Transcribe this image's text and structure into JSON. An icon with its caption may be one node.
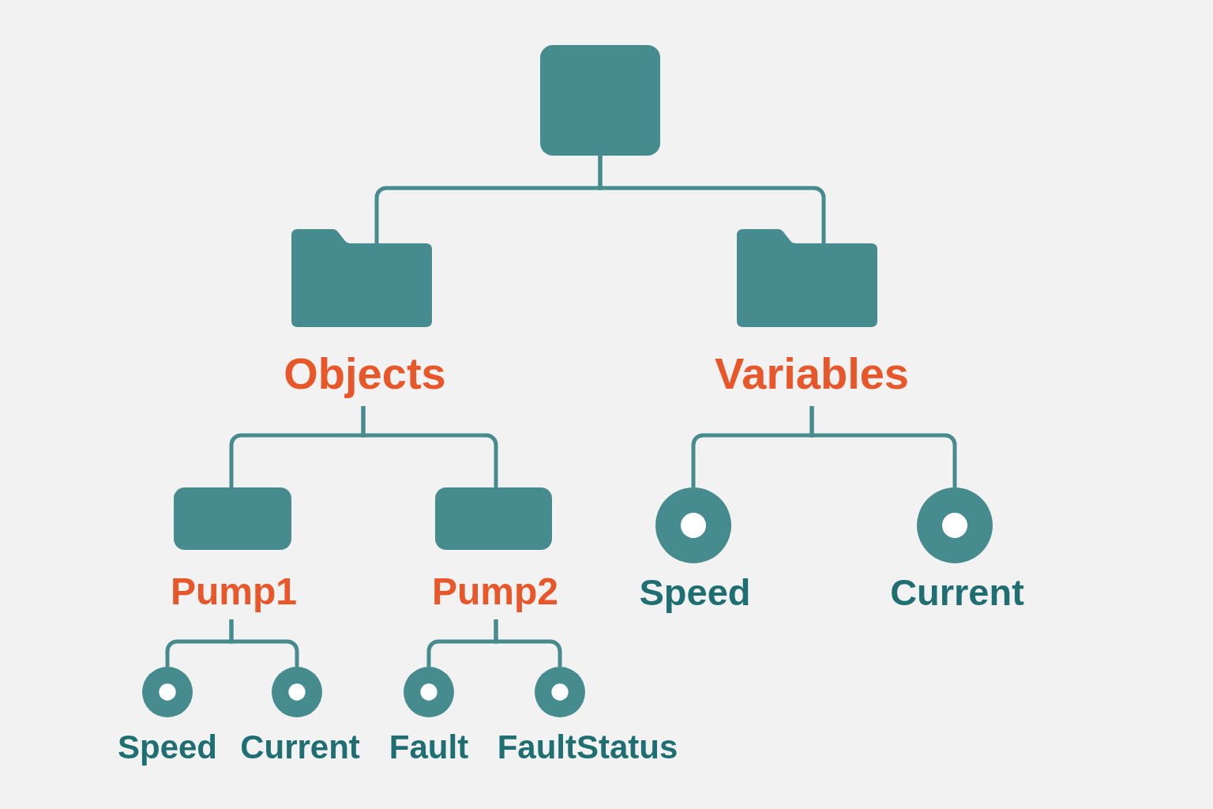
{
  "diagram": {
    "nodes": [
      {
        "text": [],
        "shape": "box"
      },
      {
        "text": [
          "Objects"
        ]
      },
      {
        "text": [
          "Variables"
        ]
      },
      {
        "text": [
          "Pump1"
        ]
      },
      {
        "text": [
          "Pump2"
        ]
      },
      {
        "text": [
          "Speed"
        ]
      },
      {
        "text": [
          "Current"
        ]
      },
      {
        "text": [
          "Speed"
        ]
      },
      {
        "text": [
          "Current"
        ]
      },
      {
        "text": [
          "Fault"
        ]
      },
      {
        "text": [
          "FaultStatus"
        ]
      }
    ],
    "edges": [
      {
        "from": 0,
        "to": 1,
        "arrow": "none"
      },
      {
        "from": 0,
        "to": 2,
        "arrow": "none"
      },
      {
        "from": 1,
        "to": 3,
        "arrow": "none"
      },
      {
        "from": 1,
        "to": 4,
        "arrow": "none"
      },
      {
        "from": 2,
        "to": 5,
        "arrow": "none"
      },
      {
        "from": 2,
        "to": 6,
        "arrow": "none"
      },
      {
        "from": 3,
        "to": 7,
        "arrow": "none"
      },
      {
        "from": 3,
        "to": 8,
        "arrow": "none"
      },
      {
        "from": 4,
        "to": 9,
        "arrow": "none"
      },
      {
        "from": 4,
        "to": 10,
        "arrow": "none"
      }
    ]
  }
}
